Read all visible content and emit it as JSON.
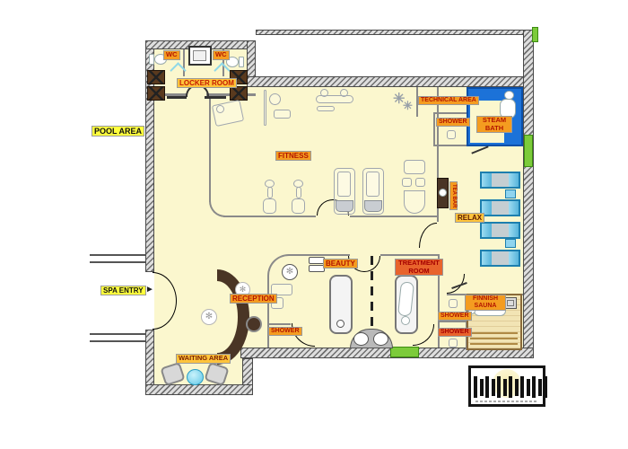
{
  "floorplan": {
    "labels": {
      "pool_area": "POOL AREA",
      "spa_entry": "SPA ENTRY",
      "wc_left": "WC",
      "wc_right": "WC",
      "locker_room": "LOCKER ROOM",
      "fitness": "FITNESS",
      "technical_area": "TECHNICAL AREA",
      "shower_steam": "SHOWER",
      "steam_bath": "STEAM BATH",
      "tea_bar": "TEA BAR",
      "relax": "RELAX",
      "beauty": "BEAUTY",
      "treatment_room": "TREATMENT ROOM",
      "reception": "RECEPTION",
      "shower_reception": "SHOWER",
      "shower_sauna_upper": "SHOWER",
      "shower_sauna_lower": "SHOWER",
      "finnish_sauna": "FINNISH SAUNA",
      "waiting_area": "WAITING AREA"
    },
    "icons": {
      "fan": "✳",
      "flower_stool": "✻",
      "entry_arrow": "►"
    },
    "colors": {
      "floor": "#FBF7CE",
      "wall_hatch": "#6e6e6e",
      "steam_bath_blue": "#1C72D8",
      "steam_bath_border": "#0A4FA8",
      "lounger_cyan": "#8FD4EF",
      "window_green": "#7CCB3A",
      "label_yellow": "#FFFF3D",
      "label_amber": "#FFC43B",
      "label_orange": "#F49C20",
      "label_deep_orange": "#E8632C",
      "label_text_red": "#C41A00",
      "desk_brown": "#4A3525",
      "sauna_wood": "#F2E4B4"
    },
    "logo": {
      "bar_count": 13
    }
  }
}
